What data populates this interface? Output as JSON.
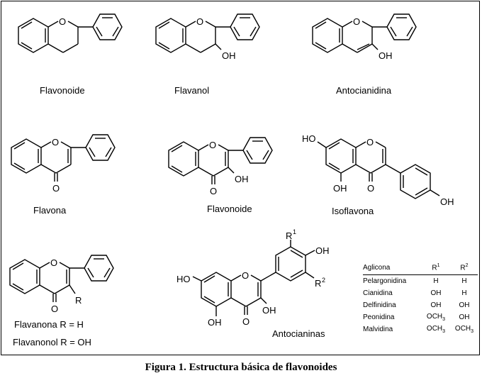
{
  "labels": {
    "flavonoide1": "Flavonoide",
    "flavanol": "Flavanol",
    "antocianidina": "Antocianidina",
    "flavona": "Flavona",
    "flavonoide2": "Flavonoide",
    "isoflavona": "Isoflavona",
    "flavanona": "Flavanona R = H",
    "flavanonol": "Flavanonol R = OH",
    "antocianinas": "Antocianinas"
  },
  "atoms": {
    "O": "O",
    "OH": "OH",
    "HO": "HO",
    "R": "R",
    "R1_sup": "1",
    "R2_sup": "2"
  },
  "table": {
    "headers": [
      "Aglicona",
      "R1",
      "R2"
    ],
    "rows": [
      [
        "Pelargonidina",
        "H",
        "H"
      ],
      [
        "Cianidina",
        "OH",
        "H"
      ],
      [
        "Delfinidina",
        "OH",
        "OH"
      ],
      [
        "Peonidina",
        "OCH3",
        "OH"
      ],
      [
        "Malvidina",
        "OCH3",
        "OCH3"
      ]
    ]
  },
  "caption": "Figura  1. Estructura básica de flavonoides"
}
